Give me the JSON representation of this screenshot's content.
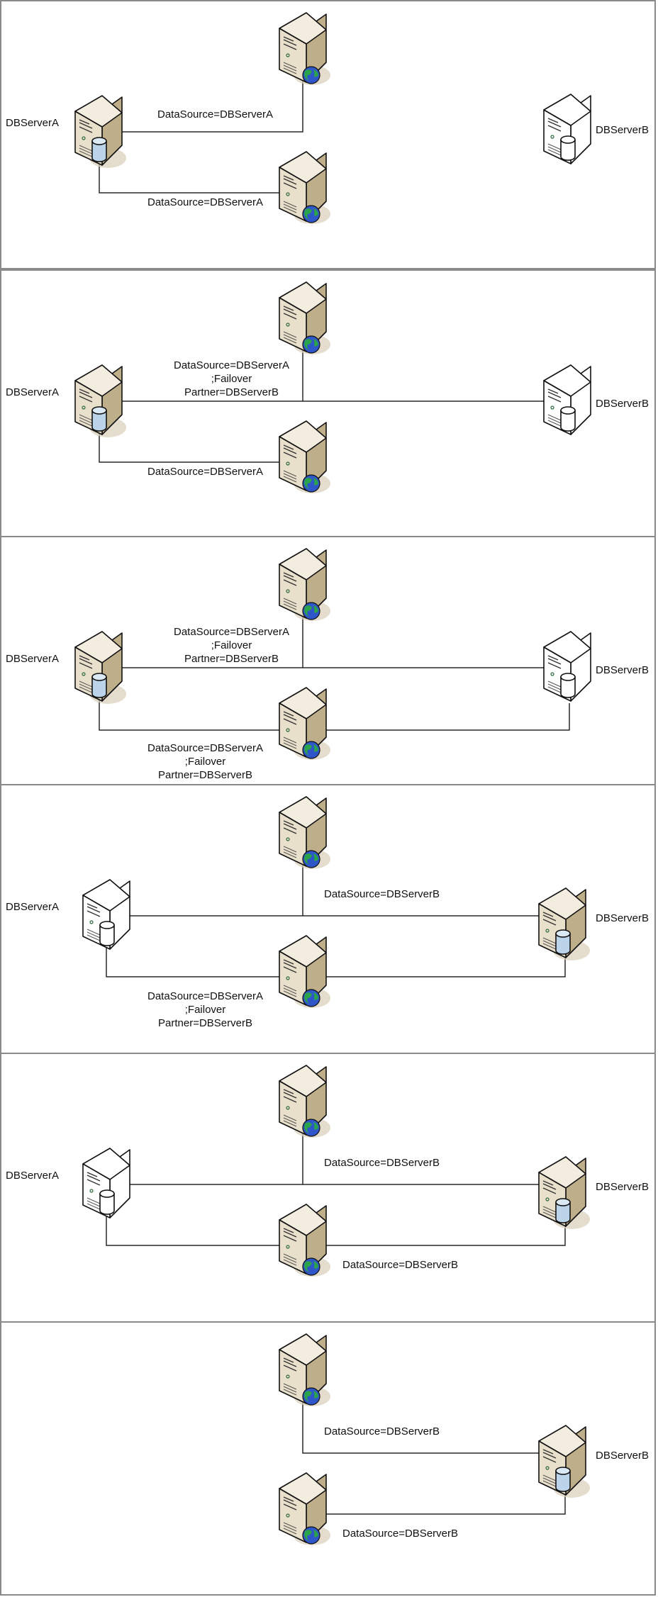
{
  "diagram": {
    "title": "Database mirroring failover scenarios",
    "colors": {
      "line": "#2a2a2a",
      "panel_border": "#8a8a8a",
      "server_front": "#e9e0cc",
      "server_side": "#bfae8a",
      "server_top": "#f3eddf",
      "db_cylinder": "#bcd4ea",
      "globe_sea": "#2f56c9",
      "globe_land": "#2aa34a",
      "inactive_fill": "#ffffff"
    },
    "panels": [
      {
        "id": "scenario-1",
        "server_a": {
          "label": "DBServerA",
          "state": "active"
        },
        "server_b": {
          "label": "DBServerB",
          "state": "inactive"
        },
        "web_top": {
          "label": [
            "DataSource=DBServerA"
          ],
          "connects_to": "A",
          "visible": true
        },
        "web_bottom": {
          "label": [
            "DataSource=DBServerA"
          ],
          "connects_to": "A",
          "visible": true
        },
        "a_b_link": false
      },
      {
        "id": "scenario-2",
        "server_a": {
          "label": "DBServerA",
          "state": "active"
        },
        "server_b": {
          "label": "DBServerB",
          "state": "inactive"
        },
        "web_top": {
          "label": [
            "DataSource=DBServerA",
            ";Failover",
            "Partner=DBServerB"
          ],
          "connects_to": "A+B",
          "visible": true
        },
        "web_bottom": {
          "label": [
            "DataSource=DBServerA"
          ],
          "connects_to": "A",
          "visible": true
        },
        "a_b_link": true
      },
      {
        "id": "scenario-3",
        "server_a": {
          "label": "DBServerA",
          "state": "active"
        },
        "server_b": {
          "label": "DBServerB",
          "state": "inactive"
        },
        "web_top": {
          "label": [
            "DataSource=DBServerA",
            ";Failover",
            "Partner=DBServerB"
          ],
          "connects_to": "A+B",
          "visible": true
        },
        "web_bottom": {
          "label": [
            "DataSource=DBServerA",
            ";Failover",
            "Partner=DBServerB"
          ],
          "connects_to": "A+B",
          "visible": true
        },
        "a_b_link": true
      },
      {
        "id": "scenario-4",
        "server_a": {
          "label": "DBServerA",
          "state": "inactive"
        },
        "server_b": {
          "label": "DBServerB",
          "state": "active"
        },
        "web_top": {
          "label": [
            "DataSource=DBServerB"
          ],
          "connects_to": "A+B",
          "visible": true
        },
        "web_bottom": {
          "label": [
            "DataSource=DBServerA",
            ";Failover",
            "Partner=DBServerB"
          ],
          "connects_to": "A+B",
          "visible": true
        },
        "a_b_link": true
      },
      {
        "id": "scenario-5",
        "server_a": {
          "label": "DBServerA",
          "state": "inactive"
        },
        "server_b": {
          "label": "DBServerB",
          "state": "active"
        },
        "web_top": {
          "label": [
            "DataSource=DBServerB"
          ],
          "connects_to": "A+B",
          "visible": true
        },
        "web_bottom": {
          "label": [
            "DataSource=DBServerB"
          ],
          "connects_to": "A+B",
          "visible": true
        },
        "a_b_link": true
      },
      {
        "id": "scenario-6",
        "server_a": {
          "label": "",
          "state": "absent"
        },
        "server_b": {
          "label": "DBServerB",
          "state": "active"
        },
        "web_top": {
          "label": [
            "DataSource=DBServerB"
          ],
          "connects_to": "B",
          "visible": true
        },
        "web_bottom": {
          "label": [
            "DataSource=DBServerB"
          ],
          "connects_to": "B",
          "visible": true
        },
        "a_b_link": false
      }
    ]
  }
}
